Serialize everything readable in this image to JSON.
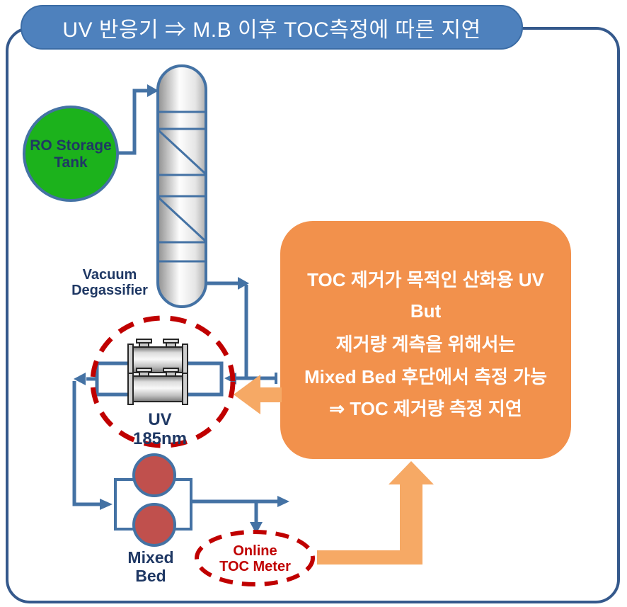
{
  "title": {
    "text": "UV 반응기 ⇒ M.B 이후 TOC측정에 따른 지연"
  },
  "nodes": {
    "ro_tank": {
      "line1": "RO Storage",
      "line2": "Tank"
    },
    "degassifier": {
      "line1": "Vacuum",
      "line2": "Degassifier"
    },
    "uv_reactor": {
      "line1": "UV",
      "line2": "185nm"
    },
    "mixed_bed": {
      "line1": "Mixed",
      "line2": "Bed"
    },
    "toc_meter": {
      "line1": "Online",
      "line2": "TOC Meter"
    }
  },
  "callout": {
    "lines": [
      "TOC 제거가 목적인 산화용 UV",
      "But",
      "제거량 계측을 위해서는",
      "Mixed Bed 후단에서 측정 가능",
      "⇒ TOC 제거량 측정 지연"
    ]
  },
  "colors": {
    "banner_blue": "#4E81BD",
    "outer_border_blue": "#35598C",
    "flow_line_blue": "#4472A4",
    "tank_green": "#1CB21C",
    "navy_text": "#1F3864",
    "highlight_red": "#C00000",
    "mixed_bed_red": "#C0504D",
    "callout_orange": "#F2914C",
    "arrow_orange": "#F6A965"
  }
}
